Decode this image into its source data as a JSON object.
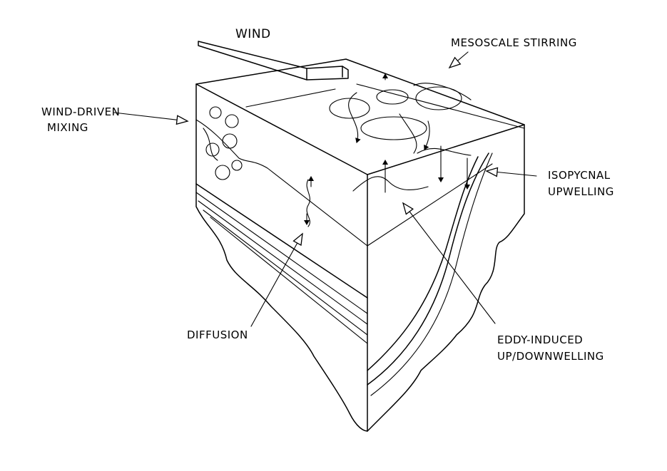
{
  "labels": {
    "wind": "WIND",
    "mesoscale_stirring": "MESOSCALE STIRRING",
    "wind_driven_line1": "WIND-DRIVEN",
    "wind_driven_line2": "MIXING",
    "isopycnal_line1": "ISOPYCNAL",
    "isopycnal_line2": "UPWELLING",
    "diffusion": "DIFFUSION",
    "eddy_line1": "EDDY-INDUCED",
    "eddy_line2": "UP/DOWNWELLING"
  },
  "colors": {
    "ink": "#000000",
    "paper": "#ffffff"
  }
}
